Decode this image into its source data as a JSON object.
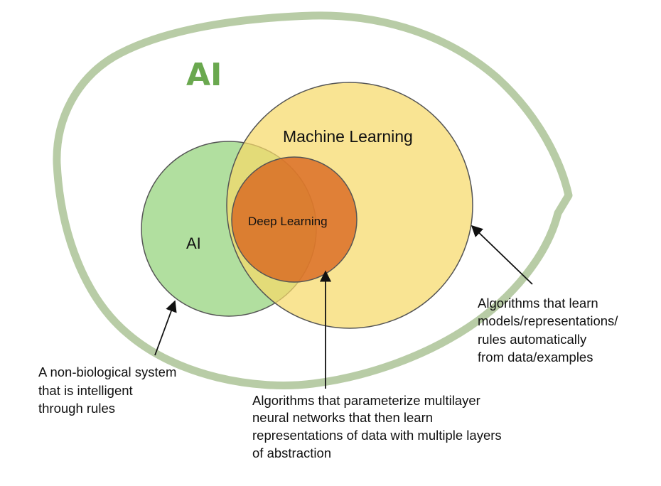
{
  "title": "AI",
  "colors": {
    "outer_outline": "#b8cca6",
    "title_green": "#6aa84f",
    "ai_fill": "#a3d98e",
    "ml_fill": "#f7d96a",
    "dl_fill": "#d9641e",
    "stroke": "#555555"
  },
  "sets": {
    "ai": "AI",
    "ml": "Machine Learning",
    "dl": "Deep Learning"
  },
  "annotations": {
    "ai": [
      "A non-biological system",
      "that is intelligent",
      "through rules"
    ],
    "dl": [
      "Algorithms that parameterize multilayer",
      "neural networks that then learn",
      "representations of data with multiple layers",
      "of  abstraction"
    ],
    "ml": [
      "Algorithms that learn",
      "models/representations/",
      "rules automatically",
      "from data/examples"
    ]
  }
}
